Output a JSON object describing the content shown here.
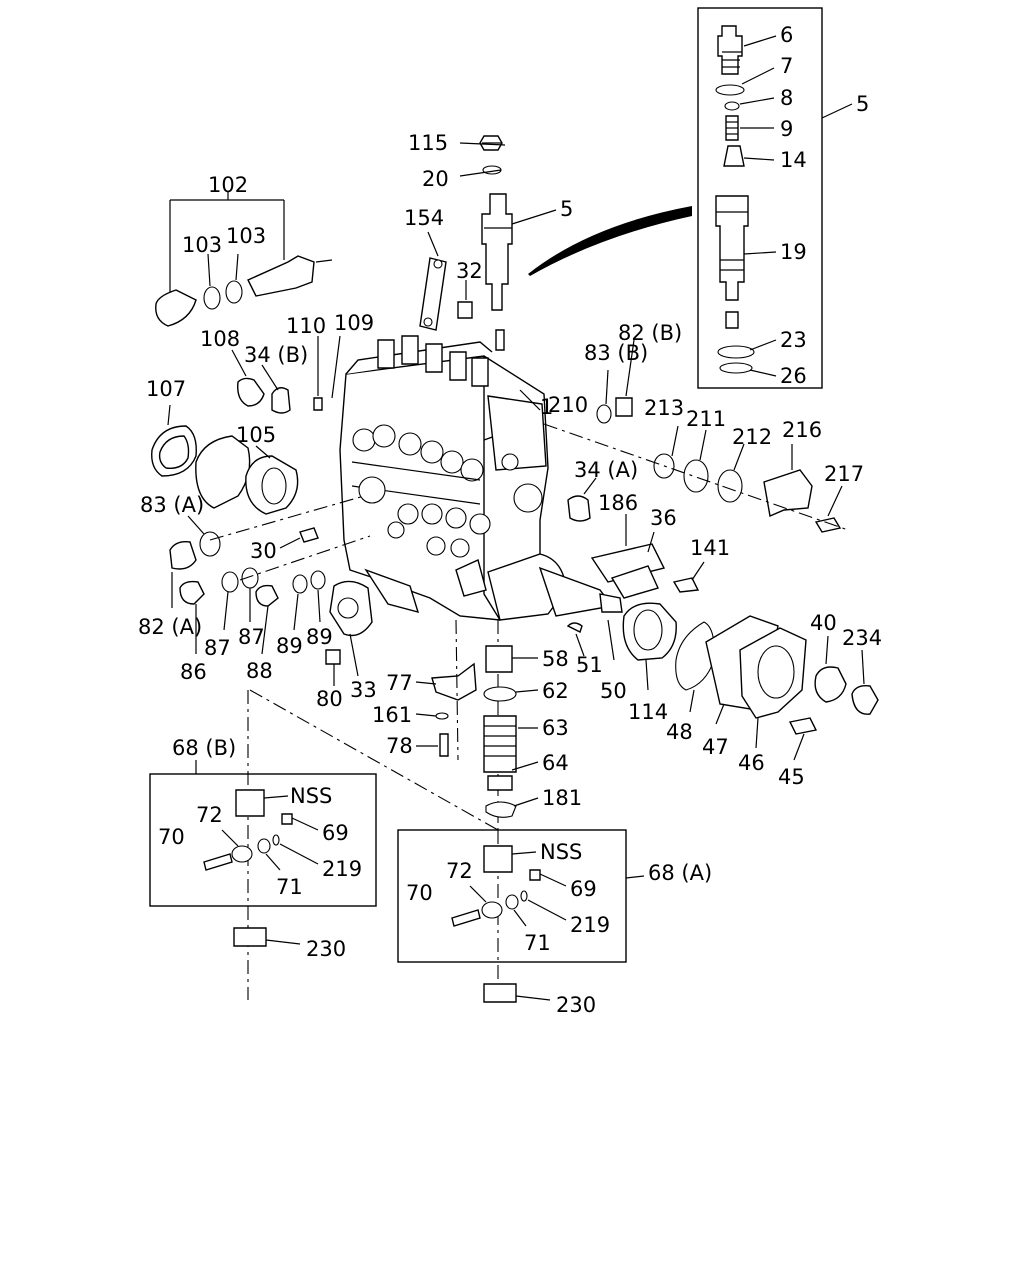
{
  "labels": [
    {
      "id": "l6",
      "text": "6"
    },
    {
      "id": "l7",
      "text": "7"
    },
    {
      "id": "l8",
      "text": "8"
    },
    {
      "id": "l9",
      "text": "9"
    },
    {
      "id": "l14",
      "text": "14"
    },
    {
      "id": "l19",
      "text": "19"
    },
    {
      "id": "l23",
      "text": "23"
    },
    {
      "id": "l26",
      "text": "26"
    },
    {
      "id": "l5a",
      "text": "5"
    },
    {
      "id": "l5b",
      "text": "5"
    },
    {
      "id": "l115",
      "text": "115"
    },
    {
      "id": "l20",
      "text": "20"
    },
    {
      "id": "l154",
      "text": "154"
    },
    {
      "id": "l32",
      "text": "32"
    },
    {
      "id": "l102",
      "text": "102"
    },
    {
      "id": "l103a",
      "text": "103"
    },
    {
      "id": "l103b",
      "text": "103"
    },
    {
      "id": "l110",
      "text": "110"
    },
    {
      "id": "l109",
      "text": "109"
    },
    {
      "id": "l108",
      "text": "108"
    },
    {
      "id": "l34b",
      "text": "34 (B)"
    },
    {
      "id": "l107",
      "text": "107"
    },
    {
      "id": "l105",
      "text": "105"
    },
    {
      "id": "l1",
      "text": "1"
    },
    {
      "id": "l83b",
      "text": "83 (B)"
    },
    {
      "id": "l82b",
      "text": "82 (B)"
    },
    {
      "id": "l210",
      "text": "210"
    },
    {
      "id": "l213",
      "text": "213"
    },
    {
      "id": "l211",
      "text": "211"
    },
    {
      "id": "l212",
      "text": "212"
    },
    {
      "id": "l216",
      "text": "216"
    },
    {
      "id": "l217",
      "text": "217"
    },
    {
      "id": "l34a",
      "text": "34 (A)"
    },
    {
      "id": "l186",
      "text": "186"
    },
    {
      "id": "l36",
      "text": "36"
    },
    {
      "id": "l141",
      "text": "141"
    },
    {
      "id": "l83a",
      "text": "83 (A)"
    },
    {
      "id": "l30",
      "text": "30"
    },
    {
      "id": "l82a",
      "text": "82 (A)"
    },
    {
      "id": "l86",
      "text": "86"
    },
    {
      "id": "l87a",
      "text": "87"
    },
    {
      "id": "l87b",
      "text": "87"
    },
    {
      "id": "l88",
      "text": "88"
    },
    {
      "id": "l89a",
      "text": "89"
    },
    {
      "id": "l89b",
      "text": "89"
    },
    {
      "id": "l80",
      "text": "80"
    },
    {
      "id": "l33",
      "text": "33"
    },
    {
      "id": "l77",
      "text": "77"
    },
    {
      "id": "l161",
      "text": "161"
    },
    {
      "id": "l78",
      "text": "78"
    },
    {
      "id": "l58",
      "text": "58"
    },
    {
      "id": "l62",
      "text": "62"
    },
    {
      "id": "l63",
      "text": "63"
    },
    {
      "id": "l64",
      "text": "64"
    },
    {
      "id": "l181",
      "text": "181"
    },
    {
      "id": "l51",
      "text": "51"
    },
    {
      "id": "l50",
      "text": "50"
    },
    {
      "id": "l114",
      "text": "114"
    },
    {
      "id": "l48",
      "text": "48"
    },
    {
      "id": "l47",
      "text": "47"
    },
    {
      "id": "l46",
      "text": "46"
    },
    {
      "id": "l45",
      "text": "45"
    },
    {
      "id": "l40",
      "text": "40"
    },
    {
      "id": "l234",
      "text": "234"
    },
    {
      "id": "l68b",
      "text": "68 (B)"
    },
    {
      "id": "lnssb",
      "text": "NSS"
    },
    {
      "id": "l72b",
      "text": "72"
    },
    {
      "id": "l69b",
      "text": "69"
    },
    {
      "id": "l70b",
      "text": "70"
    },
    {
      "id": "l219b",
      "text": "219"
    },
    {
      "id": "l71b",
      "text": "71"
    },
    {
      "id": "l230b",
      "text": "230"
    },
    {
      "id": "lnssa",
      "text": "NSS"
    },
    {
      "id": "l68a",
      "text": "68 (A)"
    },
    {
      "id": "l72a",
      "text": "72"
    },
    {
      "id": "l69a",
      "text": "69"
    },
    {
      "id": "l70a",
      "text": "70"
    },
    {
      "id": "l219a",
      "text": "219"
    },
    {
      "id": "l71a",
      "text": "71"
    },
    {
      "id": "l230a",
      "text": "230"
    }
  ]
}
